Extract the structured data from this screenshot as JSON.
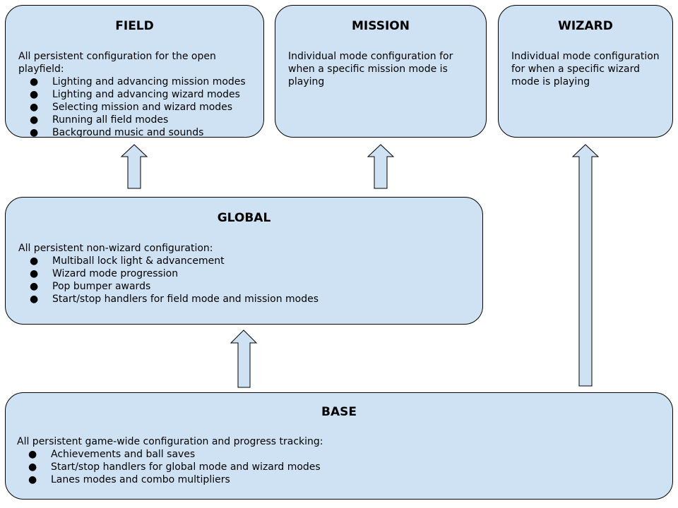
{
  "boxes": {
    "field": {
      "title": "FIELD",
      "lead": "All persistent configuration for the open playfield:",
      "items": [
        "Lighting and advancing mission modes",
        "Lighting and advancing wizard modes",
        "Selecting mission and wizard modes",
        "Running all field modes",
        "Background music and sounds"
      ]
    },
    "mission": {
      "title": "MISSION",
      "lead": "Individual mode configuration for when a specific mission mode is playing"
    },
    "wizard": {
      "title": "WIZARD",
      "lead": "Individual mode configuration for when a specific wizard mode is playing"
    },
    "global": {
      "title": "GLOBAL",
      "lead": "All persistent non-wizard configuration:",
      "items": [
        "Multiball lock light & advancement",
        "Wizard mode progression",
        "Pop bumper awards",
        "Start/stop handlers for field mode and mission modes"
      ]
    },
    "base": {
      "title": "BASE",
      "lead": "All persistent game-wide configuration and progress tracking:",
      "items": [
        "Achievements and ball saves",
        "Start/stop handlers for global mode and wizard modes",
        "Lanes modes and combo multipliers"
      ]
    }
  },
  "bullet": "●",
  "colors": {
    "box_fill": "#cfe2f3",
    "stroke": "#000000"
  },
  "arrows": [
    {
      "from": "global",
      "to": "field"
    },
    {
      "from": "global",
      "to": "mission"
    },
    {
      "from": "base",
      "to": "global"
    },
    {
      "from": "base",
      "to": "wizard"
    }
  ]
}
